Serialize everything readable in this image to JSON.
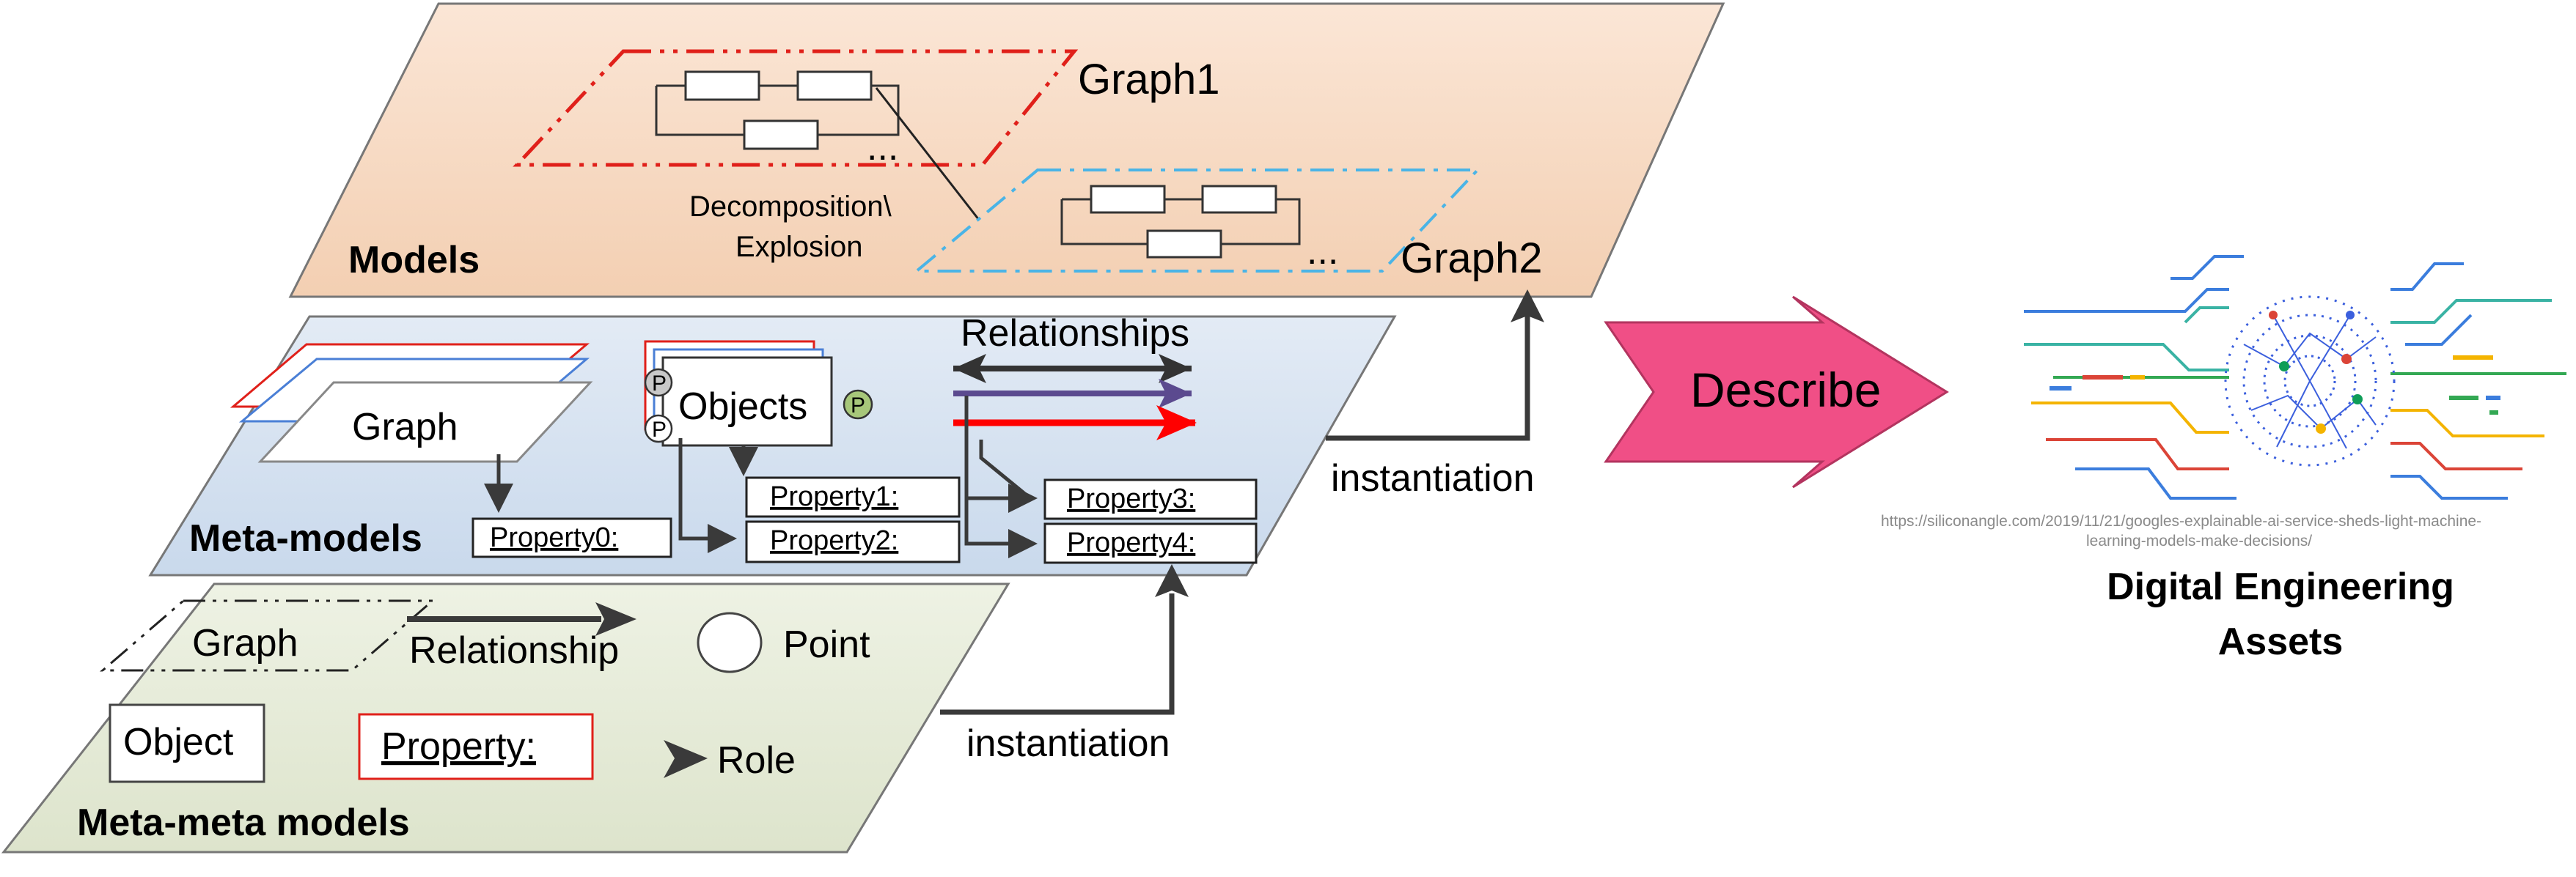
{
  "models_layer": {
    "title": "Models",
    "graph1_label": "Graph1",
    "graph2_label": "Graph2",
    "ellipsis": "...",
    "decomposition_label": "Decomposition\\",
    "explosion_label": "Explosion"
  },
  "meta_models_layer": {
    "title": "Meta-models",
    "graph_label": "Graph",
    "objects_label": "Objects",
    "port_label": "P",
    "relationships_label": "Relationships",
    "properties": [
      "Property0:",
      "Property1:",
      "Property2:",
      "Property3:",
      "Property4:"
    ]
  },
  "meta_meta_layer": {
    "title": "Meta-meta models",
    "graph_label": "Graph",
    "relationship_label": "Relationship",
    "point_label": "Point",
    "object_label": "Object",
    "property_label": "Property:",
    "role_label": "Role"
  },
  "instantiation_label": "instantiation",
  "describe_label": "Describe",
  "assets": {
    "title_line1": "Digital Engineering",
    "title_line2": "Assets",
    "source_url_line1": "https://siliconangle.com/2019/11/21/googles-explainable-ai-service-sheds-light-machine-",
    "source_url_line2": "learning-models-make-decisions/"
  },
  "colors": {
    "models_fill": "#f7dcc6",
    "meta_models_fill": "#d7e3f1",
    "meta_meta_fill": "#e7ecd9",
    "describe_arrow": "#f04f86",
    "graph1_border": "#e0201a",
    "graph2_border": "#4ab4e6",
    "relationship_purple": "#5b4a8f",
    "relationship_red": "#ff0000"
  }
}
